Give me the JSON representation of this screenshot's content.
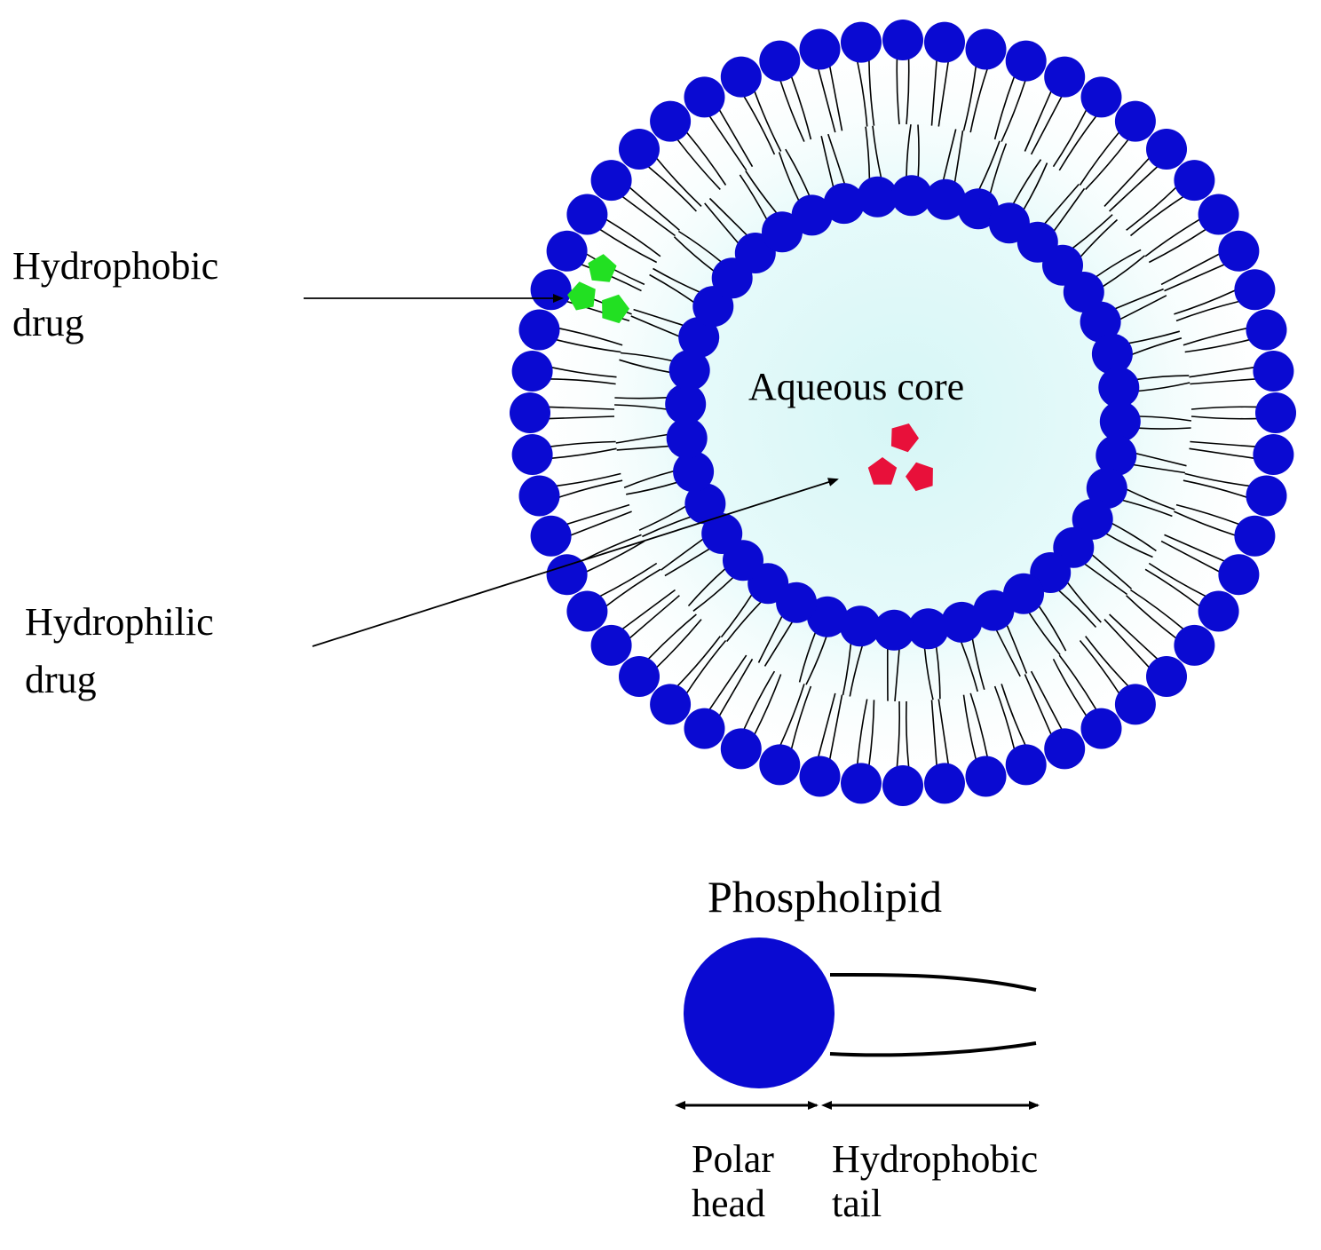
{
  "labels": {
    "hydrophobic_drug_line1": "Hydrophobic",
    "hydrophobic_drug_line2": "drug",
    "hydrophilic_drug_line1": "Hydrophilic",
    "hydrophilic_drug_line2": "drug",
    "aqueous_core": "Aqueous core",
    "phospholipid": "Phospholipid",
    "polar_head_line1": "Polar",
    "polar_head_line2": "head",
    "hydrophobic_tail_line1": "Hydrophobic",
    "hydrophobic_tail_line2": "tail"
  },
  "colors": {
    "head": "#0a0ad2",
    "core": "#dff8f8",
    "hydrophobic_drug": "#22e022",
    "hydrophilic_drug": "#e8103a",
    "line": "#000000"
  },
  "liposome": {
    "outer_head_count": 56,
    "inner_head_count": 40
  }
}
